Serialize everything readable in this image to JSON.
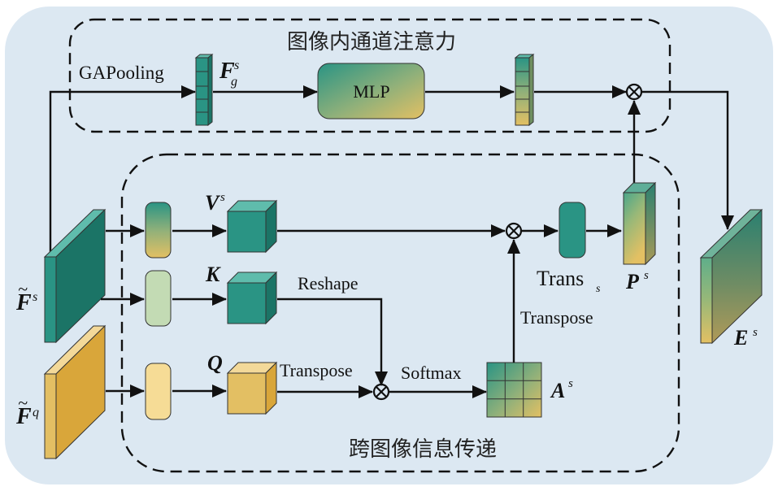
{
  "diagram": {
    "title_top_module": "图像内通道注意力",
    "title_bottom_module": "跨图像信息传递",
    "colors": {
      "background": "#dce8f2",
      "teal": "#2a9484",
      "teal_dark": "#1b7466",
      "teal_light": "#5fbcac",
      "gold": "#e3bf63",
      "gold_dark": "#d9a63a",
      "gold_light": "#f3d999",
      "pale_green": "#c3dbb4",
      "pale_yellow": "#f6dc96"
    },
    "labels": {
      "gapooling": "GAPooling",
      "mlp": "MLP",
      "reshape": "Reshape",
      "transpose_q": "Transpose",
      "transpose_a": "Transpose",
      "softmax": "Softmax",
      "trans": "Trans",
      "trans_sub": "s"
    },
    "symbols": {
      "fg": {
        "base": "F",
        "sup": "s",
        "sub": "g"
      },
      "fs": {
        "base": "F",
        "sup": "s",
        "tilde": "~"
      },
      "fq": {
        "base": "F",
        "sup": "q",
        "tilde": "~"
      },
      "v": {
        "base": "V",
        "sup": "s"
      },
      "k": {
        "base": "K"
      },
      "q": {
        "base": "Q"
      },
      "a": {
        "base": "A",
        "sup": "s"
      },
      "p": {
        "base": "P",
        "sup": "s"
      },
      "e": {
        "base": "E",
        "sup": "s"
      }
    },
    "operators": {
      "multiply": "⊗"
    }
  }
}
